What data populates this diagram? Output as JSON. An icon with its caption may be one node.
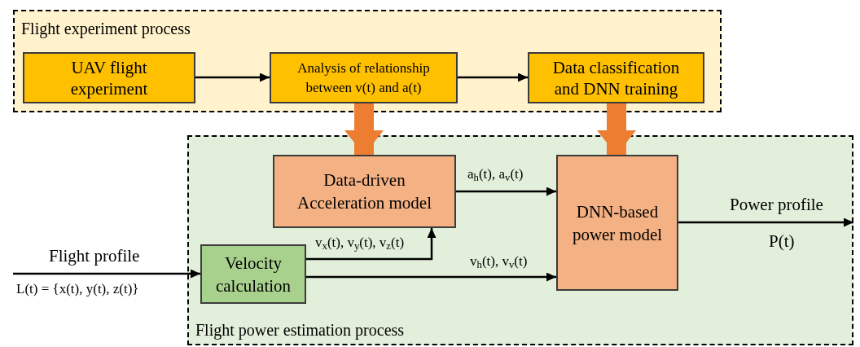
{
  "diagram": {
    "nodes": [
      {
        "text": [
          "Flight experiment process"
        ]
      },
      {
        "text": [
          "UAV flight experiment"
        ],
        "in": 0
      },
      {
        "text": [
          "Analysis of relationship between v(t) and a(t)"
        ],
        "in": 0
      },
      {
        "text": [
          "Data classification and DNN training"
        ],
        "in": 0
      },
      {
        "text": [
          "Flight power estimation process"
        ]
      },
      {
        "text": [
          "Data-driven Acceleration model"
        ],
        "in": 4
      },
      {
        "text": [
          "DNN-based power model"
        ],
        "in": 4
      },
      {
        "text": [
          "Velocity calculation"
        ],
        "in": 4
      }
    ],
    "edges": [
      {
        "from": 1,
        "to": 2,
        "arrow": "to"
      },
      {
        "from": 2,
        "to": 3,
        "arrow": "to"
      },
      {
        "from": 2,
        "to": 5,
        "arrow": "to",
        "style": "thick",
        "color": "#ed7d31"
      },
      {
        "from": 3,
        "to": 6,
        "arrow": "to",
        "style": "thick",
        "color": "#ed7d31"
      },
      {
        "from": 5,
        "to": 6,
        "arrow": "to",
        "label": "a$_{h}$(t), a$_{v}$(t)"
      },
      {
        "from": 7,
        "to": 5,
        "arrow": "to",
        "label": "v$_{x}$(t), v$_{y}$(t), v$_{z}$(t)"
      },
      {
        "from": 7,
        "to": 6,
        "arrow": "to",
        "label": "v$_{h}$(t), v$_{v}$(t)"
      },
      {
        "from": null,
        "to": 7,
        "arrow": "to",
        "label": "Flight profile"
      },
      {
        "from": 6,
        "to": null,
        "arrow": "to",
        "label": "Power profile"
      }
    ],
    "labels": [
      "L(t) = {x(t), y(t), z(t)}",
      "P(t)"
    ]
  }
}
